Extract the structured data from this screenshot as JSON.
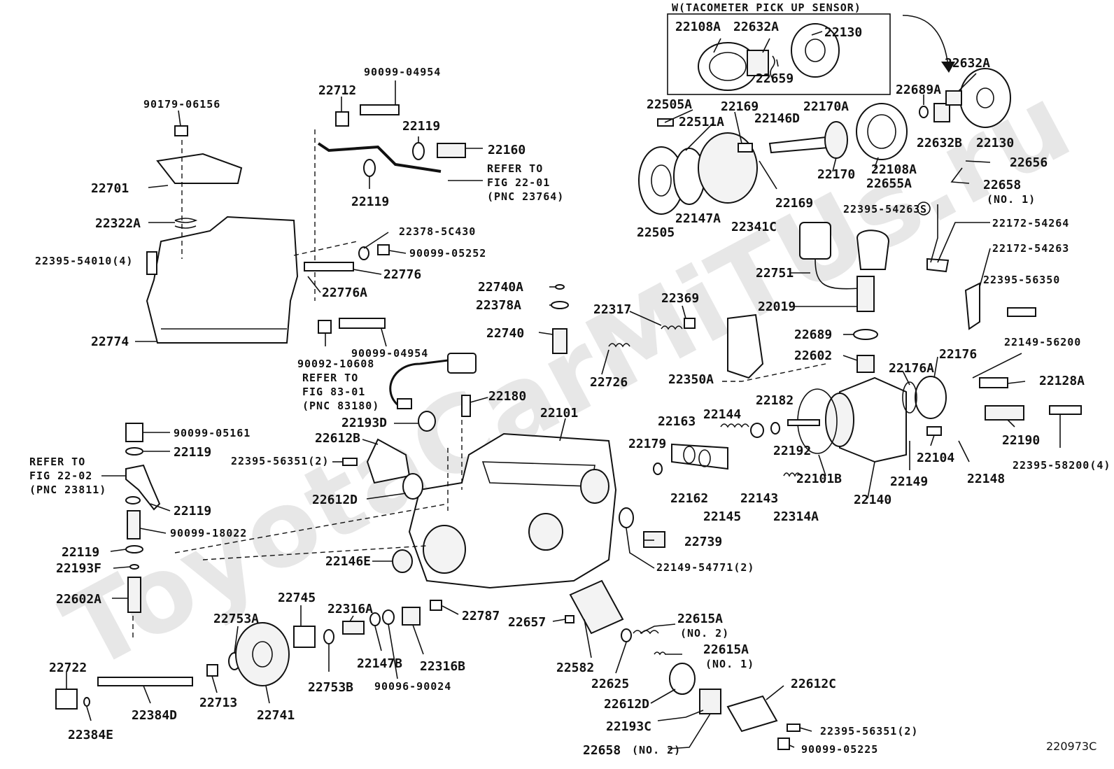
{
  "watermark": "ToyotaCarMiTUs.ru",
  "figure_code": "220973C",
  "inset": {
    "title": "W(TACOMETER PICK UP SENSOR)"
  },
  "labels": {
    "l22108A_top": "22108A",
    "l22632A_top": "22632A",
    "l22130_top": "22130",
    "l22659": "22659",
    "l22632A": "22632A",
    "l22689A": "22689A",
    "l22632B": "22632B",
    "l22130": "22130",
    "l22505A": "22505A",
    "l22169a": "22169",
    "l22146D": "22146D",
    "l22170A": "22170A",
    "l22511A": "22511A",
    "l22170": "22170",
    "l22108A": "22108A",
    "l22656": "22656",
    "l22655A": "22655A",
    "l22658": "22658",
    "l22658_no": "(NO. 1)",
    "l22169b": "22169",
    "l22147A": "22147A",
    "l22341C": "22341C",
    "l22505": "22505",
    "l22395_54263": "22395-54263",
    "l22172_54264": "22172-54264",
    "l22172_54263": "22172-54263",
    "l22751": "22751",
    "l22019": "22019",
    "l22395_56350": "22395-56350",
    "l22689": "22689",
    "l22602": "22602",
    "l22149_56200": "22149-56200",
    "l22176": "22176",
    "l22176A": "22176A",
    "l22128A": "22128A",
    "l22190": "22190",
    "l22395_58200": "22395-58200(4)",
    "l22104": "22104",
    "l22148": "22148",
    "l22149": "22149",
    "l22140": "22140",
    "l22101B": "22101B",
    "l22192": "22192",
    "l22182": "22182",
    "l22144": "22144",
    "l22163": "22163",
    "l22179": "22179",
    "l22162": "22162",
    "l22145": "22145",
    "l22143": "22143",
    "l22314A": "22314A",
    "l22350A": "22350A",
    "l22317": "22317",
    "l22369": "22369",
    "l22726": "22726",
    "l22740A": "22740A",
    "l22378A": "22378A",
    "l22740": "22740",
    "l90099_04954_top": "90099-04954",
    "l22712": "22712",
    "l22119_a": "22119",
    "l22160": "22160",
    "l22119_b": "22119",
    "ref1_a": "REFER TO",
    "ref1_b": "FIG 22-01",
    "ref1_c": "(PNC 23764)",
    "l90179": "90179-06156",
    "l22701": "22701",
    "l22322A": "22322A",
    "l22395_54010": "22395-54010(4)",
    "l22378_5C430": "22378-5C430",
    "l90099_05252": "90099-05252",
    "l22776": "22776",
    "l22776A": "22776A",
    "l22774": "22774",
    "l90092": "90092-10608",
    "l90099_04954_b": "90099-04954",
    "ref2_a": "REFER TO",
    "ref2_b": "FIG 83-01",
    "ref2_c": "(PNC 83180)",
    "l22180": "22180",
    "l22193D": "22193D",
    "l22101": "22101",
    "l22612B": "22612B",
    "l22395_56351a": "22395-56351(2)",
    "l22612D": "22612D",
    "l90099_05161": "90099-05161",
    "l22119_c": "22119",
    "ref3_a": "REFER TO",
    "ref3_b": "FIG 22-02",
    "ref3_c": "(PNC 23811)",
    "l22119_d": "22119",
    "l90099_18022": "90099-18022",
    "l22119_e": "22119",
    "l22193F": "22193F",
    "l22602A": "22602A",
    "l22146E": "22146E",
    "l22739": "22739",
    "l22149_54771": "22149-54771(2)",
    "l22753A": "22753A",
    "l22745": "22745",
    "l22316A": "22316A",
    "l22787": "22787",
    "l22657": "22657",
    "l22147B": "22147B",
    "l22316B": "22316B",
    "l22753B": "22753B",
    "l90096": "90096-90024",
    "l22722": "22722",
    "l22713": "22713",
    "l22741": "22741",
    "l22384D": "22384D",
    "l22384E": "22384E",
    "l22582": "22582",
    "l22625": "22625",
    "l22615A_2": "22615A",
    "l22615A_2n": "(NO. 2)",
    "l22615A_1": "22615A",
    "l22615A_1n": "(NO. 1)",
    "l22612D_b": "22612D",
    "l22193C": "22193C",
    "l22658_b": "22658",
    "l22658_bn": "(NO. 2)",
    "l22612C": "22612C",
    "l22395_56351b": "22395-56351(2)",
    "l90099_05225": "90099-05225",
    "s_mark": "S"
  }
}
